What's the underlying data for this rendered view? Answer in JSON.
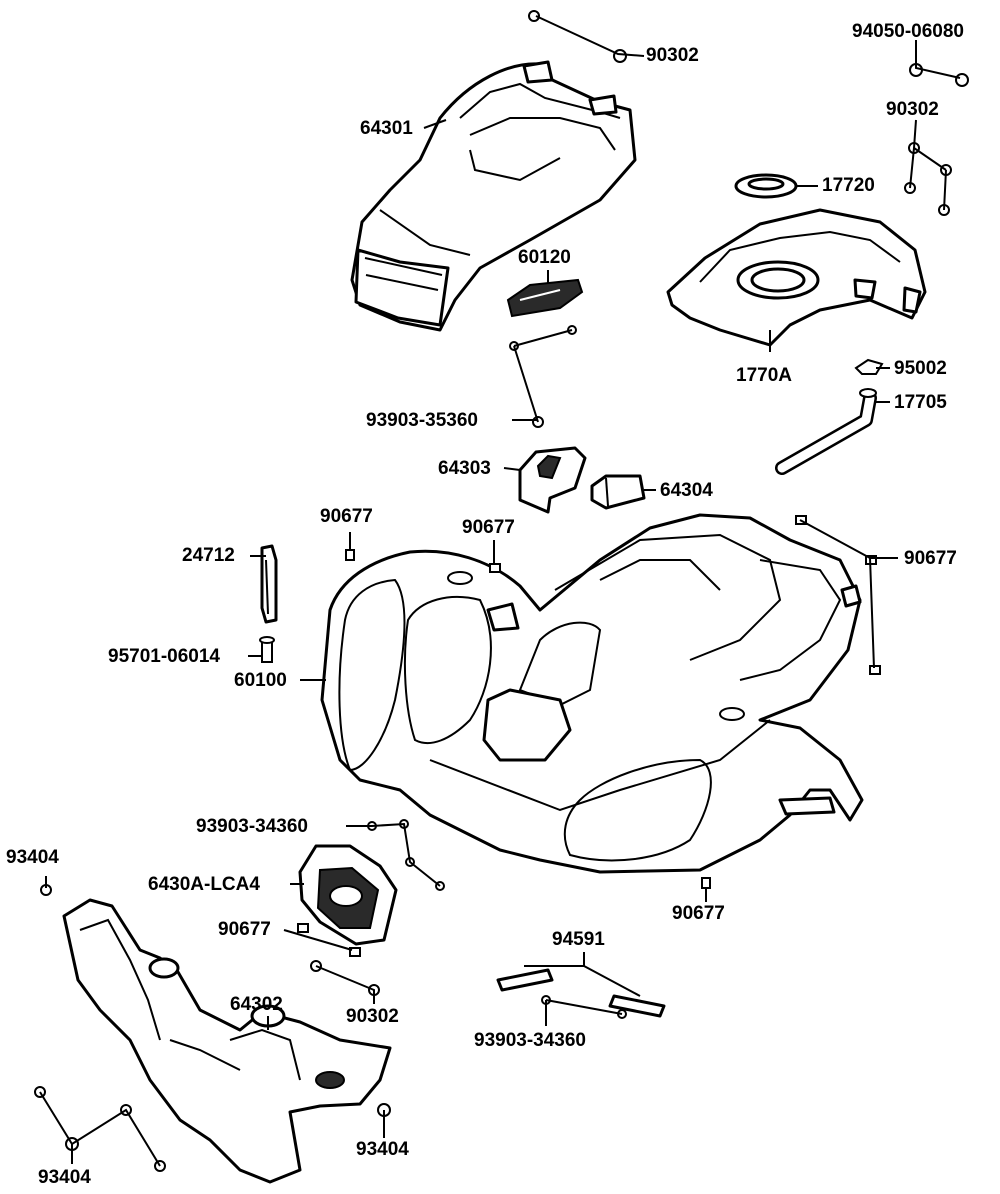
{
  "labels": {
    "p90302_top": "90302",
    "p94050_06080": "94050-06080",
    "p64301": "64301",
    "p90302_right": "90302",
    "p17720": "17720",
    "p60120": "60120",
    "p1770A": "1770A",
    "p95002": "95002",
    "p93903_35360": "93903-35360",
    "p17705": "17705",
    "p64303": "64303",
    "p64304": "64304",
    "p90677_a": "90677",
    "p90677_b": "90677",
    "p24712": "24712",
    "p90677_c": "90677",
    "p95701_06014": "95701-06014",
    "p60100": "60100",
    "p93903_34360_a": "93903-34360",
    "p93404_a": "93404",
    "p6430A_LCA4": "6430A-LCA4",
    "p90677_d": "90677",
    "p90677_e": "90677",
    "p94591": "94591",
    "p64302": "64302",
    "p90302_bottom": "90302",
    "p93903_34360_b": "93903-34360",
    "p93404_b": "93404",
    "p93404_c": "93404"
  }
}
